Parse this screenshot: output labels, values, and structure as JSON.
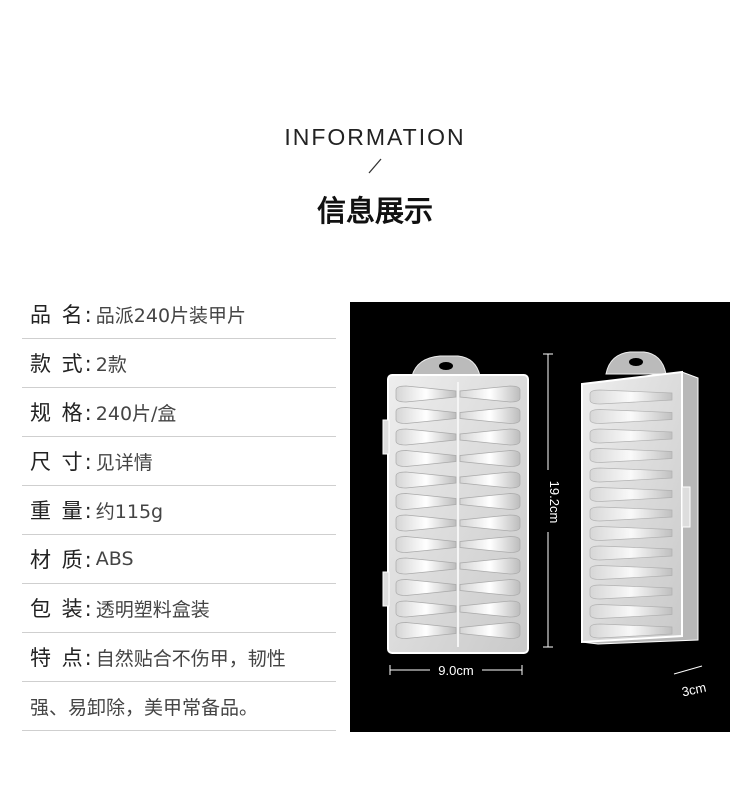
{
  "header": {
    "title_en": "INFORMATION",
    "title_zh": "信息展示"
  },
  "specs": [
    {
      "label": "品 名:",
      "value": "品派240片装甲片"
    },
    {
      "label": "款 式:",
      "value": "2款"
    },
    {
      "label": "规 格:",
      "value": "240片/盒"
    },
    {
      "label": "尺 寸:",
      "value": "见详情"
    },
    {
      "label": "重 量:",
      "value": "约115g"
    },
    {
      "label": "材 质:",
      "value": "ABS"
    },
    {
      "label": "包 装:",
      "value": "透明塑料盒装"
    },
    {
      "label": "特 点:",
      "value": "自然贴合不伤甲，韧性"
    }
  ],
  "specs_continuation": "强、易卸除，美甲常备品。",
  "product_image": {
    "dim_height": "19.2cm",
    "dim_width": "9.0cm",
    "dim_depth": "3cm"
  }
}
